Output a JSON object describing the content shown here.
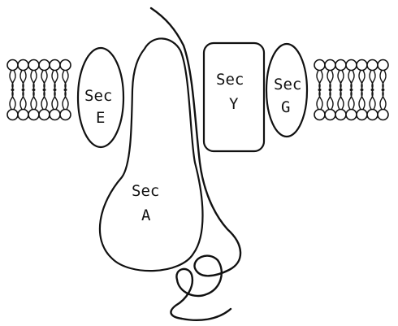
{
  "proteins": {
    "sec_e": {
      "line1": "Sec",
      "line2": "E"
    },
    "sec_y": {
      "line1": "Sec",
      "line2": "Y"
    },
    "sec_g": {
      "line1": "Sec",
      "line2": "G"
    },
    "sec_a": {
      "line1": "Sec",
      "line2": "A"
    }
  },
  "colors": {
    "ink": "#111111",
    "background": "#ffffff"
  }
}
